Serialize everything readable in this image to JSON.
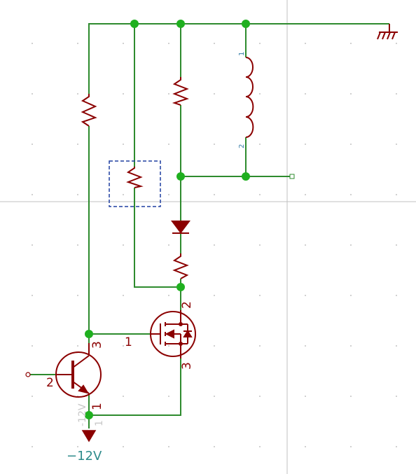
{
  "colors": {
    "wire": "#2e8b2e",
    "junction": "#1fb01f",
    "component": "#8b0000",
    "selection": "#1f3fa0",
    "cursor": "#c0c0c0",
    "grid": "#b0b0b0",
    "net_label": "#2e8b8b",
    "pin_number_small": "#3a7fa8"
  },
  "power_label": "−12V",
  "ghost_label": "-12V",
  "ghost_pin": "1",
  "mosfet_pins": {
    "gate": "1",
    "drain": "2",
    "source": "3"
  },
  "bjt_pins": {
    "base": "2",
    "collector": "3",
    "emitter": "1"
  },
  "inductor_pins": {
    "top": "1",
    "bottom": "2"
  },
  "icons": [
    "ground-icon",
    "power-neg-icon",
    "resistor-icon",
    "inductor-icon",
    "diode-icon",
    "nmos-icon",
    "npn-icon"
  ]
}
